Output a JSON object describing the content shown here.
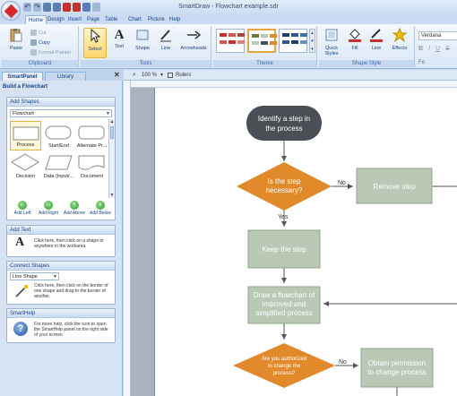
{
  "window": {
    "title": "SmartDraw - Flowchart example.sdr"
  },
  "ribbon_tabs": [
    "Home",
    "Design",
    "Insert",
    "Page",
    "Table",
    "Chart",
    "Picture",
    "Help"
  ],
  "ribbon": {
    "clipboard": {
      "label": "Clipboard",
      "paste": "Paste",
      "cut": "Cut",
      "copy": "Copy",
      "format_painter": "Format Painter"
    },
    "tools": {
      "label": "Tools",
      "select": "Select",
      "text": "Text",
      "shape": "Shape",
      "line": "Line",
      "arrowheads": "Arrowheads"
    },
    "theme": {
      "label": "Theme"
    },
    "shape_style": {
      "label": "Shape Style",
      "quick_styles": "Quick Styles",
      "fill": "Fill",
      "line": "Line",
      "effects": "Effects"
    },
    "font": {
      "label": "Fo",
      "name": "Verdana",
      "bold": "B",
      "italic": "I",
      "underline": "U",
      "strike": "S"
    }
  },
  "panel": {
    "tab_smartpanel": "SmartPanel",
    "tab_library": "Library",
    "close": "✕",
    "build_title": "Build a Flowchart",
    "add_shapes": {
      "header": "Add Shapes",
      "library": "Flowchart",
      "shapes": [
        "Process",
        "Start/End",
        "Alternate Pr...",
        "",
        "Decision",
        "Data (Input/...",
        "Document",
        ""
      ],
      "buttons": [
        "Add Left",
        "Add Right",
        "Add Above",
        "Add Below"
      ]
    },
    "add_text": {
      "header": "Add Text",
      "glyph": "A",
      "hint": "Click here, then click on a shape or anywhere in the workarea."
    },
    "connect_shapes": {
      "header": "Connect Shapes",
      "line_type": "Line Shape",
      "hint": "Click here, then click on the border of one shape and drag to the border of another."
    },
    "smarthelp": {
      "header": "SmartHelp",
      "hint": "For more help, click the icon to open the SmartHelp panel on the right side of your screen."
    }
  },
  "doc_toolbar": {
    "zoom": "100 %",
    "rulers": "Rulers"
  },
  "flowchart": {
    "start": [
      "Identify a step in",
      "the process"
    ],
    "decision1": [
      "Is the step",
      "necessary?"
    ],
    "no1": "No",
    "remove": "Remove step",
    "yes1": "Yes",
    "keep": "Keep the step",
    "draw": [
      "Draw a flowchart of",
      "improved and",
      "simplified process"
    ],
    "decision2": [
      "Are you authorized",
      "to change the",
      "process?"
    ],
    "no2": "No",
    "obtain": [
      "Obtain permission",
      "to change process"
    ]
  },
  "colors": {
    "start_fill": "#4a4f56",
    "decision_fill": "#e08a2c",
    "process_fill": "#b9c9b5",
    "process_stroke": "#8fa58a",
    "arrow": "#555555"
  }
}
